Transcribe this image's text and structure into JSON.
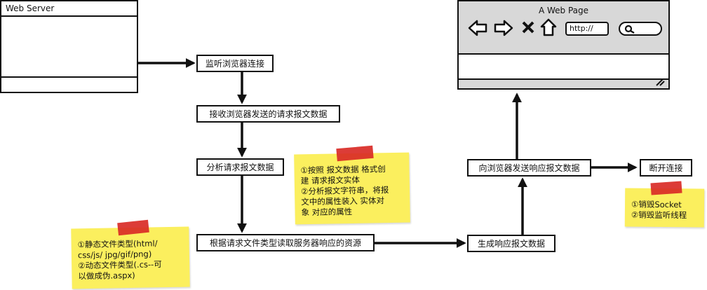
{
  "server": {
    "title": "Web Server"
  },
  "steps": {
    "listen": "监听浏览器连接",
    "receive": "接收浏览器发送的请求报文数据",
    "analyze": "分析请求报文数据",
    "read_resource": "根据请求文件类型读取服务器响应的资源",
    "generate": "生成响应报文数据",
    "send": "向浏览器发送响应报文数据",
    "disconnect": "断开连接"
  },
  "notes": {
    "parse": [
      "①按照 报文数据 格式创",
      "建 请求报文实体",
      "②分析报文字符串，将报",
      "文中的属性装入 实体对",
      "象 对应的属性"
    ],
    "file_type": [
      "①静态文件类型(html/",
      "css/js/ jpg/gif/png)",
      "②动态文件类型(.cs--可",
      "以做成伪.aspx)"
    ],
    "destroy": [
      "①销毁Socket",
      "②销毁监听线程"
    ]
  },
  "browser": {
    "title": "A Web Page",
    "address": "http://",
    "icons": [
      "back-arrow-icon",
      "forward-arrow-icon",
      "close-x-icon",
      "home-icon",
      "search-icon",
      "resize-grip-icon"
    ]
  },
  "colors": {
    "note": "#fbef5e",
    "tape": "#d92b26",
    "browser_chrome": "#d8d8d8"
  }
}
